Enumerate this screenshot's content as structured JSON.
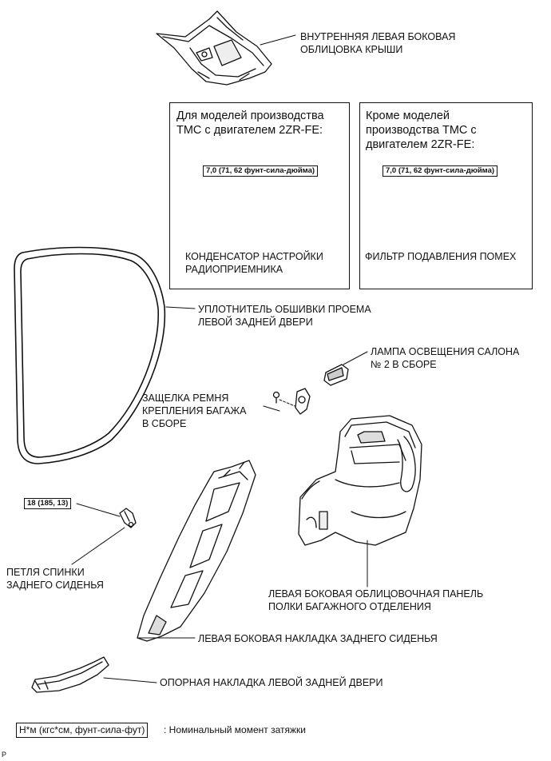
{
  "parts": {
    "roof_trim": "ВНУТРЕННЯЯ ЛЕВАЯ БОКОВАЯ\nОБЛИЦОВКА КРЫШИ",
    "radio_condenser": "КОНДЕНСАТОР НАСТРОЙКИ\nРАДИОПРИЕМНИКА",
    "noise_filter": "ФИЛЬТР ПОДАВЛЕНИЯ ПОМЕХ",
    "door_weatherstrip": "УПЛОТНИТЕЛЬ ОБШИВКИ ПРОЕМА\nЛЕВОЙ ЗАДНЕЙ ДВЕРИ",
    "interior_lamp": "ЛАМПА ОСВЕЩЕНИЯ САЛОНА\n№ 2 В СБОРЕ",
    "luggage_hook": "ЗАЩЕЛКА РЕМНЯ\nКРЕПЛЕНИЯ БАГАЖА\nВ СБОРЕ",
    "deck_trim_panel": "ЛЕВАЯ БОКОВАЯ ОБЛИЦОВОЧНАЯ ПАНЕЛЬ\nПОЛКИ БАГАЖНОГО ОТДЕЛЕНИЯ",
    "seatback_hinge": "ПЕТЛЯ СПИНКИ\nЗАДНЕГО СИДЕНЬЯ",
    "seat_side_garnish": "ЛЕВАЯ БОКОВАЯ НАКЛАДКА ЗАДНЕГО СИДЕНЬЯ",
    "door_scuff_plate": "ОПОРНАЯ НАКЛАДКА ЛЕВОЙ ЗАДНЕЙ ДВЕРИ"
  },
  "variants": {
    "left_title": "Для моделей производства\nТМС с двигателем 2ZR-FE:",
    "right_title": "Кроме моделей\nпроизводства ТМС с\nдвигателем 2ZR-FE:"
  },
  "torques": {
    "left_box": "7,0 (71, 62 фунт-сила-дюйма)",
    "right_box": "7,0 (71, 62 фунт-сила-дюйма)",
    "hinge": "18 (185, 13)"
  },
  "legend": {
    "unit": "Н*м (кгс*см, фунт-сила-фут)",
    "text": ": Номинальный момент затяжки"
  },
  "figure_mark": "P"
}
